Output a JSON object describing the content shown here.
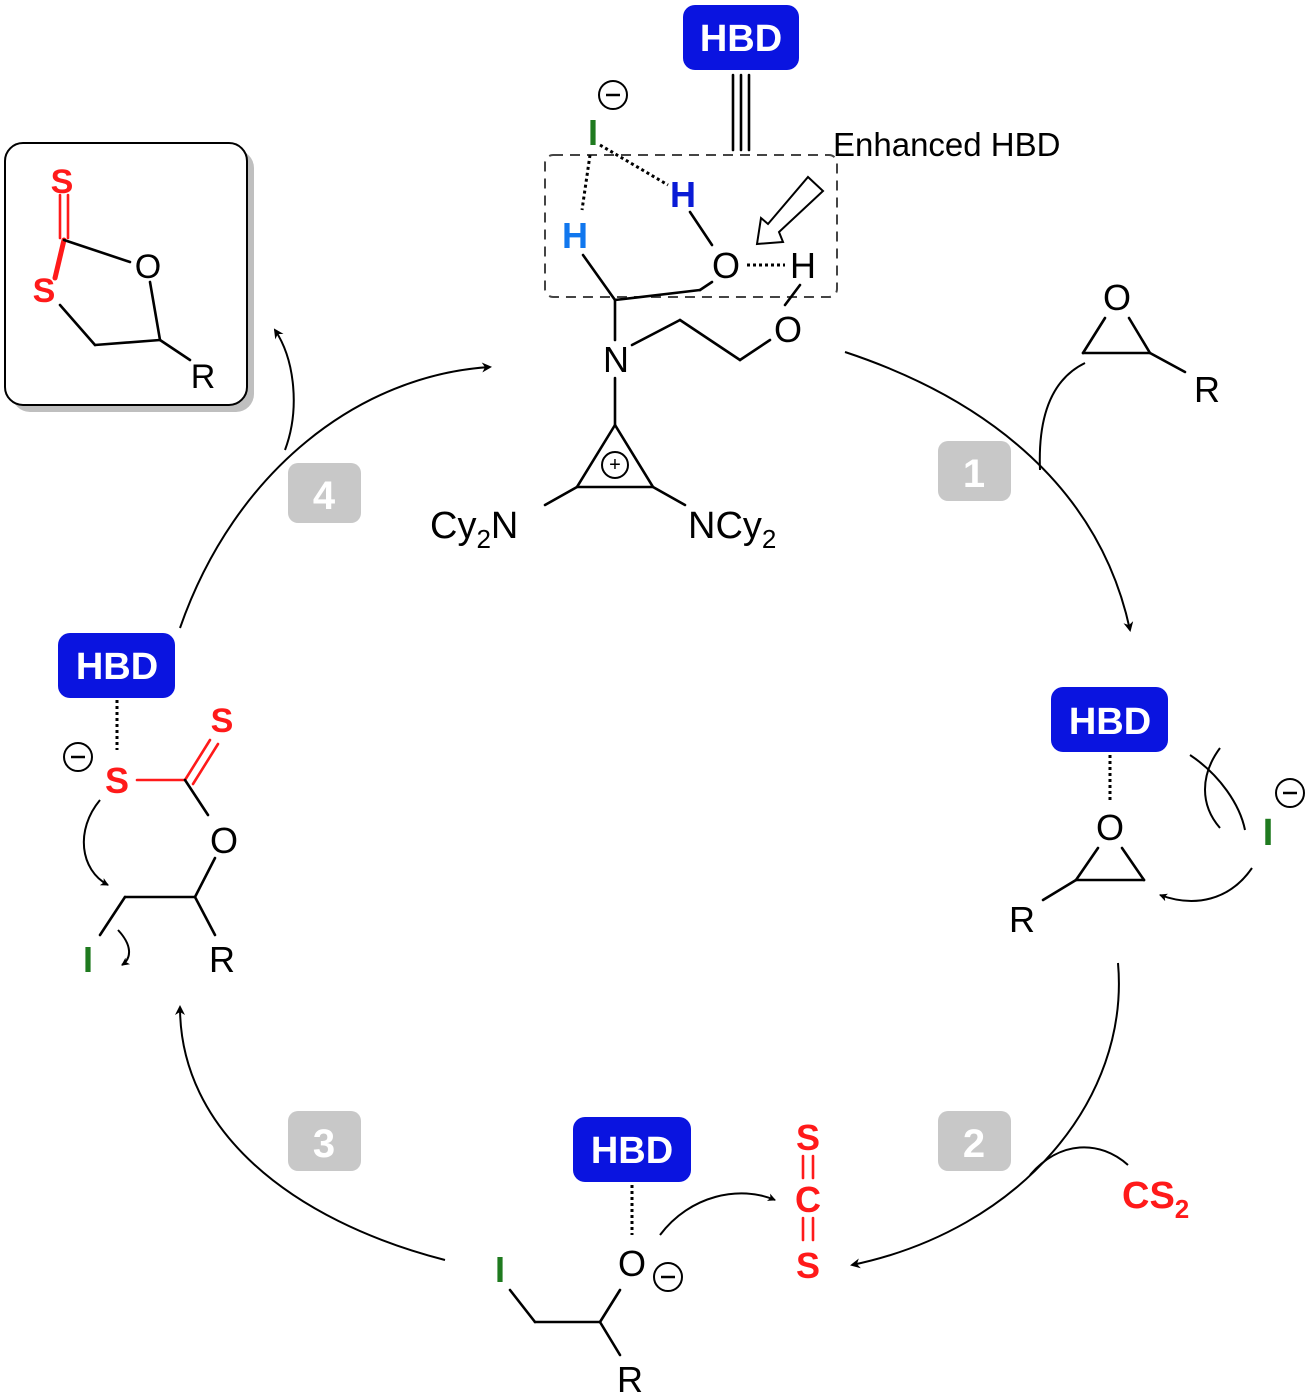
{
  "labels": {
    "hbd": "HBD",
    "enhanced": "Enhanced HBD",
    "step1": "1",
    "step2": "2",
    "step3": "3",
    "step4": "4",
    "cs2": "CS",
    "cs2_sub": "2",
    "cy2n_left": "Cy",
    "cy2n_left_sub": "2",
    "cy2n_left_n": "N",
    "ncy2_right": "NCy",
    "ncy2_right_sub": "2",
    "plus": "+",
    "minus": "−",
    "atom_o": "O",
    "atom_h": "H",
    "atom_n": "N",
    "atom_s": "S",
    "atom_c": "C",
    "atom_i": "I",
    "atom_r": "R"
  },
  "colors": {
    "hbd_box": "#0a14e0",
    "step_box": "#c8c8c8",
    "sulfur": "#ff1a1a",
    "iodine": "#1f7a1f",
    "hydrogen_light": "#1177ee",
    "hydrogen_dark": "#0a1bd6"
  }
}
